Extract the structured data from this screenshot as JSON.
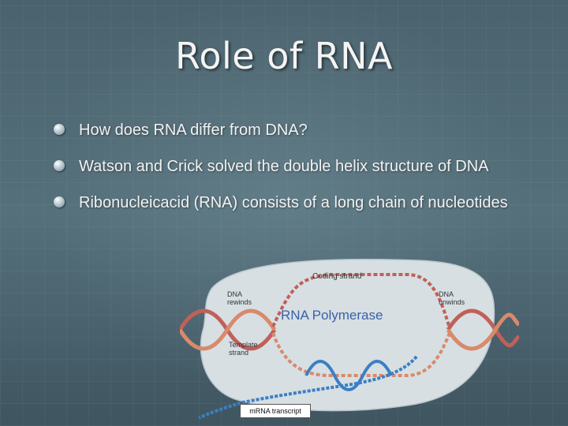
{
  "slide": {
    "title": "Role of RNA",
    "bullets": [
      "How does RNA differ from DNA?",
      "Watson and Crick solved the double helix structure of DNA",
      "Ribonucleicacid (RNA) consists of a long chain of nucleotides"
    ]
  },
  "figure": {
    "coding_strand": "Coding strand",
    "dna_rewinds": "DNA rewinds",
    "dna_unwinds": "DNA unwinds",
    "rna_polymerase": "RNA Polymerase",
    "template_strand": "Template strand",
    "mrna_transcript": "mRNA transcript"
  },
  "colors": {
    "background": "#4d6671",
    "title_text": "#f4f4f4",
    "polymerase_label": "#3a62a8",
    "dna_strand": "#c0605a",
    "mrna_strand": "#3b7fc4"
  }
}
